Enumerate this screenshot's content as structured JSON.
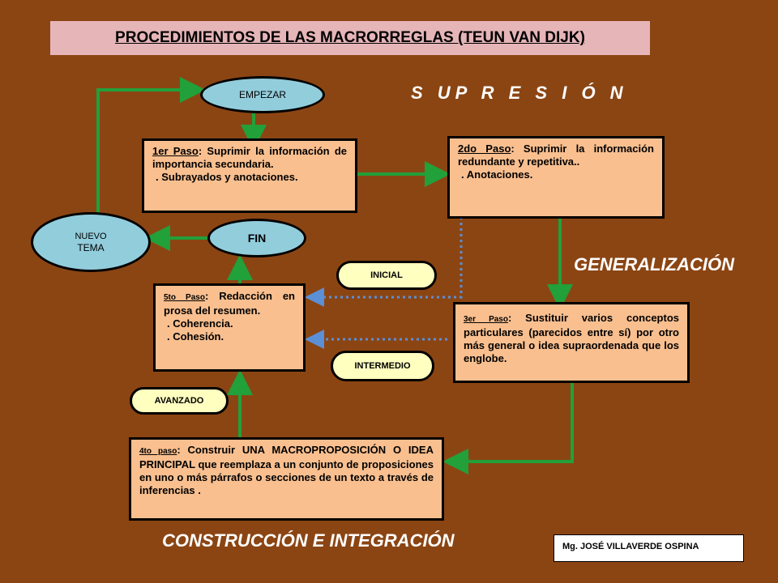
{
  "title": "PROCEDIMIENTOS DE LAS MACRORREGLAS  (TEUN VAN DIJK)",
  "headings": {
    "supresion": "S UP R E S I Ó N",
    "generalizacion": "GENERALIZACIÓN",
    "construccion": "CONSTRUCCIÓN E INTEGRACIÓN"
  },
  "nodes": {
    "empezar": "EMPEZAR",
    "fin": "FIN",
    "nuevo_tema_line1": "NUEVO",
    "nuevo_tema_line2": "TEMA"
  },
  "steps": {
    "paso1": {
      "label": "1er Paso",
      "text": ": Suprimir la información de importancia secundaria.",
      "sub": ". Subrayados y anotaciones."
    },
    "paso2": {
      "label": "2do Paso",
      "text": ": Suprimir la información redundante y repetitiva..",
      "sub": ". Anotaciones."
    },
    "paso3": {
      "label": "3er Paso",
      "text": ": Sustituir varios conceptos particulares (parecidos entre sí) por otro más general  o idea supraordenada que los englobe."
    },
    "paso4": {
      "label": "4to paso",
      "text": ": Construir UNA MACROPROPOSICIÓN O IDEA PRINCIPAL que reemplaza a un conjunto de proposiciones en uno o más párrafos o secciones de un texto a través de inferencias ."
    },
    "paso5": {
      "label": "5to Paso",
      "text": ": Redacción en prosa del resumen.",
      "sub1": ". Coherencia.",
      "sub2": ". Cohesión."
    }
  },
  "levels": {
    "inicial": "INICIAL",
    "intermedio": "INTERMEDIO",
    "avanzado": "AVANZADO"
  },
  "credit": "Mg. JOSÉ VILLAVERDE OSPINA",
  "colors": {
    "background": "#8b4513",
    "title_box": "#e6b5b8",
    "step_box": "#f9bf8f",
    "ellipse": "#92cddc",
    "level_oval": "#ffffc0",
    "green_arrow": "#22a03a",
    "dotted_arrow": "#5b8fd6"
  }
}
